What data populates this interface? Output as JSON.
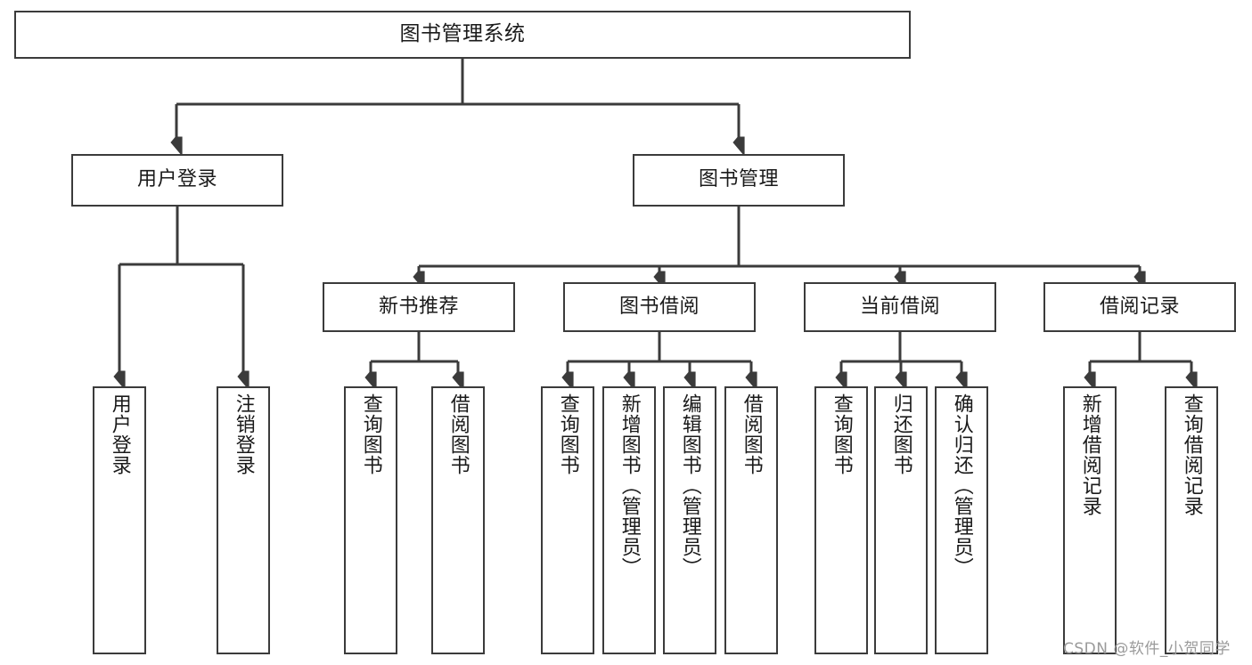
{
  "diagram": {
    "type": "tree-hierarchy-chart",
    "title": "图书管理系统",
    "orientation": "top-down",
    "colors": {
      "box_border": "#3b3b3b",
      "box_fill": "#ffffff",
      "connector": "#3b3b3b",
      "text": "#1a1a1a",
      "watermark": "#9a9a9a",
      "background": "#ffffff"
    },
    "nodes": {
      "root": {
        "label": "图书管理系统"
      },
      "level1": [
        {
          "id": "user-login",
          "label": "用户登录"
        },
        {
          "id": "book-management",
          "label": "图书管理"
        }
      ],
      "level2": [
        {
          "id": "new-book-recommend",
          "label": "新书推荐"
        },
        {
          "id": "book-borrow",
          "label": "图书借阅"
        },
        {
          "id": "current-borrow",
          "label": "当前借阅"
        },
        {
          "id": "borrow-record",
          "label": "借阅记录"
        }
      ],
      "leaves": {
        "user_login": [
          {
            "id": "leaf-user-login",
            "label": "用户登录"
          },
          {
            "id": "leaf-logout-login",
            "label": "注销登录"
          }
        ],
        "new_book_recommend": [
          {
            "id": "leaf-query-book-1",
            "label": "查询图书"
          },
          {
            "id": "leaf-borrow-book-1",
            "label": "借阅图书"
          }
        ],
        "book_borrow": [
          {
            "id": "leaf-query-book-2",
            "label": "查询图书"
          },
          {
            "id": "leaf-add-book",
            "label": "新增图书（管理员）"
          },
          {
            "id": "leaf-edit-book",
            "label": "编辑图书（管理员）"
          },
          {
            "id": "leaf-borrow-book-2",
            "label": "借阅图书"
          }
        ],
        "current_borrow": [
          {
            "id": "leaf-query-book-3",
            "label": "查询图书"
          },
          {
            "id": "leaf-return-book",
            "label": "归还图书"
          },
          {
            "id": "leaf-confirm-return",
            "label": "确认归还（管理员）"
          }
        ],
        "borrow_record": [
          {
            "id": "leaf-add-record",
            "label": "新增借阅记录"
          },
          {
            "id": "leaf-query-record",
            "label": "查询借阅记录"
          }
        ]
      }
    },
    "edges": [
      {
        "from": "图书管理系统",
        "to": "用户登录"
      },
      {
        "from": "图书管理系统",
        "to": "图书管理"
      },
      {
        "from": "用户登录",
        "to": "用户登录"
      },
      {
        "from": "用户登录",
        "to": "注销登录"
      },
      {
        "from": "图书管理",
        "to": "新书推荐"
      },
      {
        "from": "图书管理",
        "to": "图书借阅"
      },
      {
        "from": "图书管理",
        "to": "当前借阅"
      },
      {
        "from": "图书管理",
        "to": "借阅记录"
      },
      {
        "from": "新书推荐",
        "to": "查询图书"
      },
      {
        "from": "新书推荐",
        "to": "借阅图书"
      },
      {
        "from": "图书借阅",
        "to": "查询图书"
      },
      {
        "from": "图书借阅",
        "to": "新增图书（管理员）"
      },
      {
        "from": "图书借阅",
        "to": "编辑图书（管理员）"
      },
      {
        "from": "图书借阅",
        "to": "借阅图书"
      },
      {
        "from": "当前借阅",
        "to": "查询图书"
      },
      {
        "from": "当前借阅",
        "to": "归还图书"
      },
      {
        "from": "当前借阅",
        "to": "确认归还（管理员）"
      },
      {
        "from": "借阅记录",
        "to": "新增借阅记录"
      },
      {
        "from": "借阅记录",
        "to": "查询借阅记录"
      }
    ]
  },
  "watermark": {
    "text": "CSDN @软件_小贺同学"
  }
}
